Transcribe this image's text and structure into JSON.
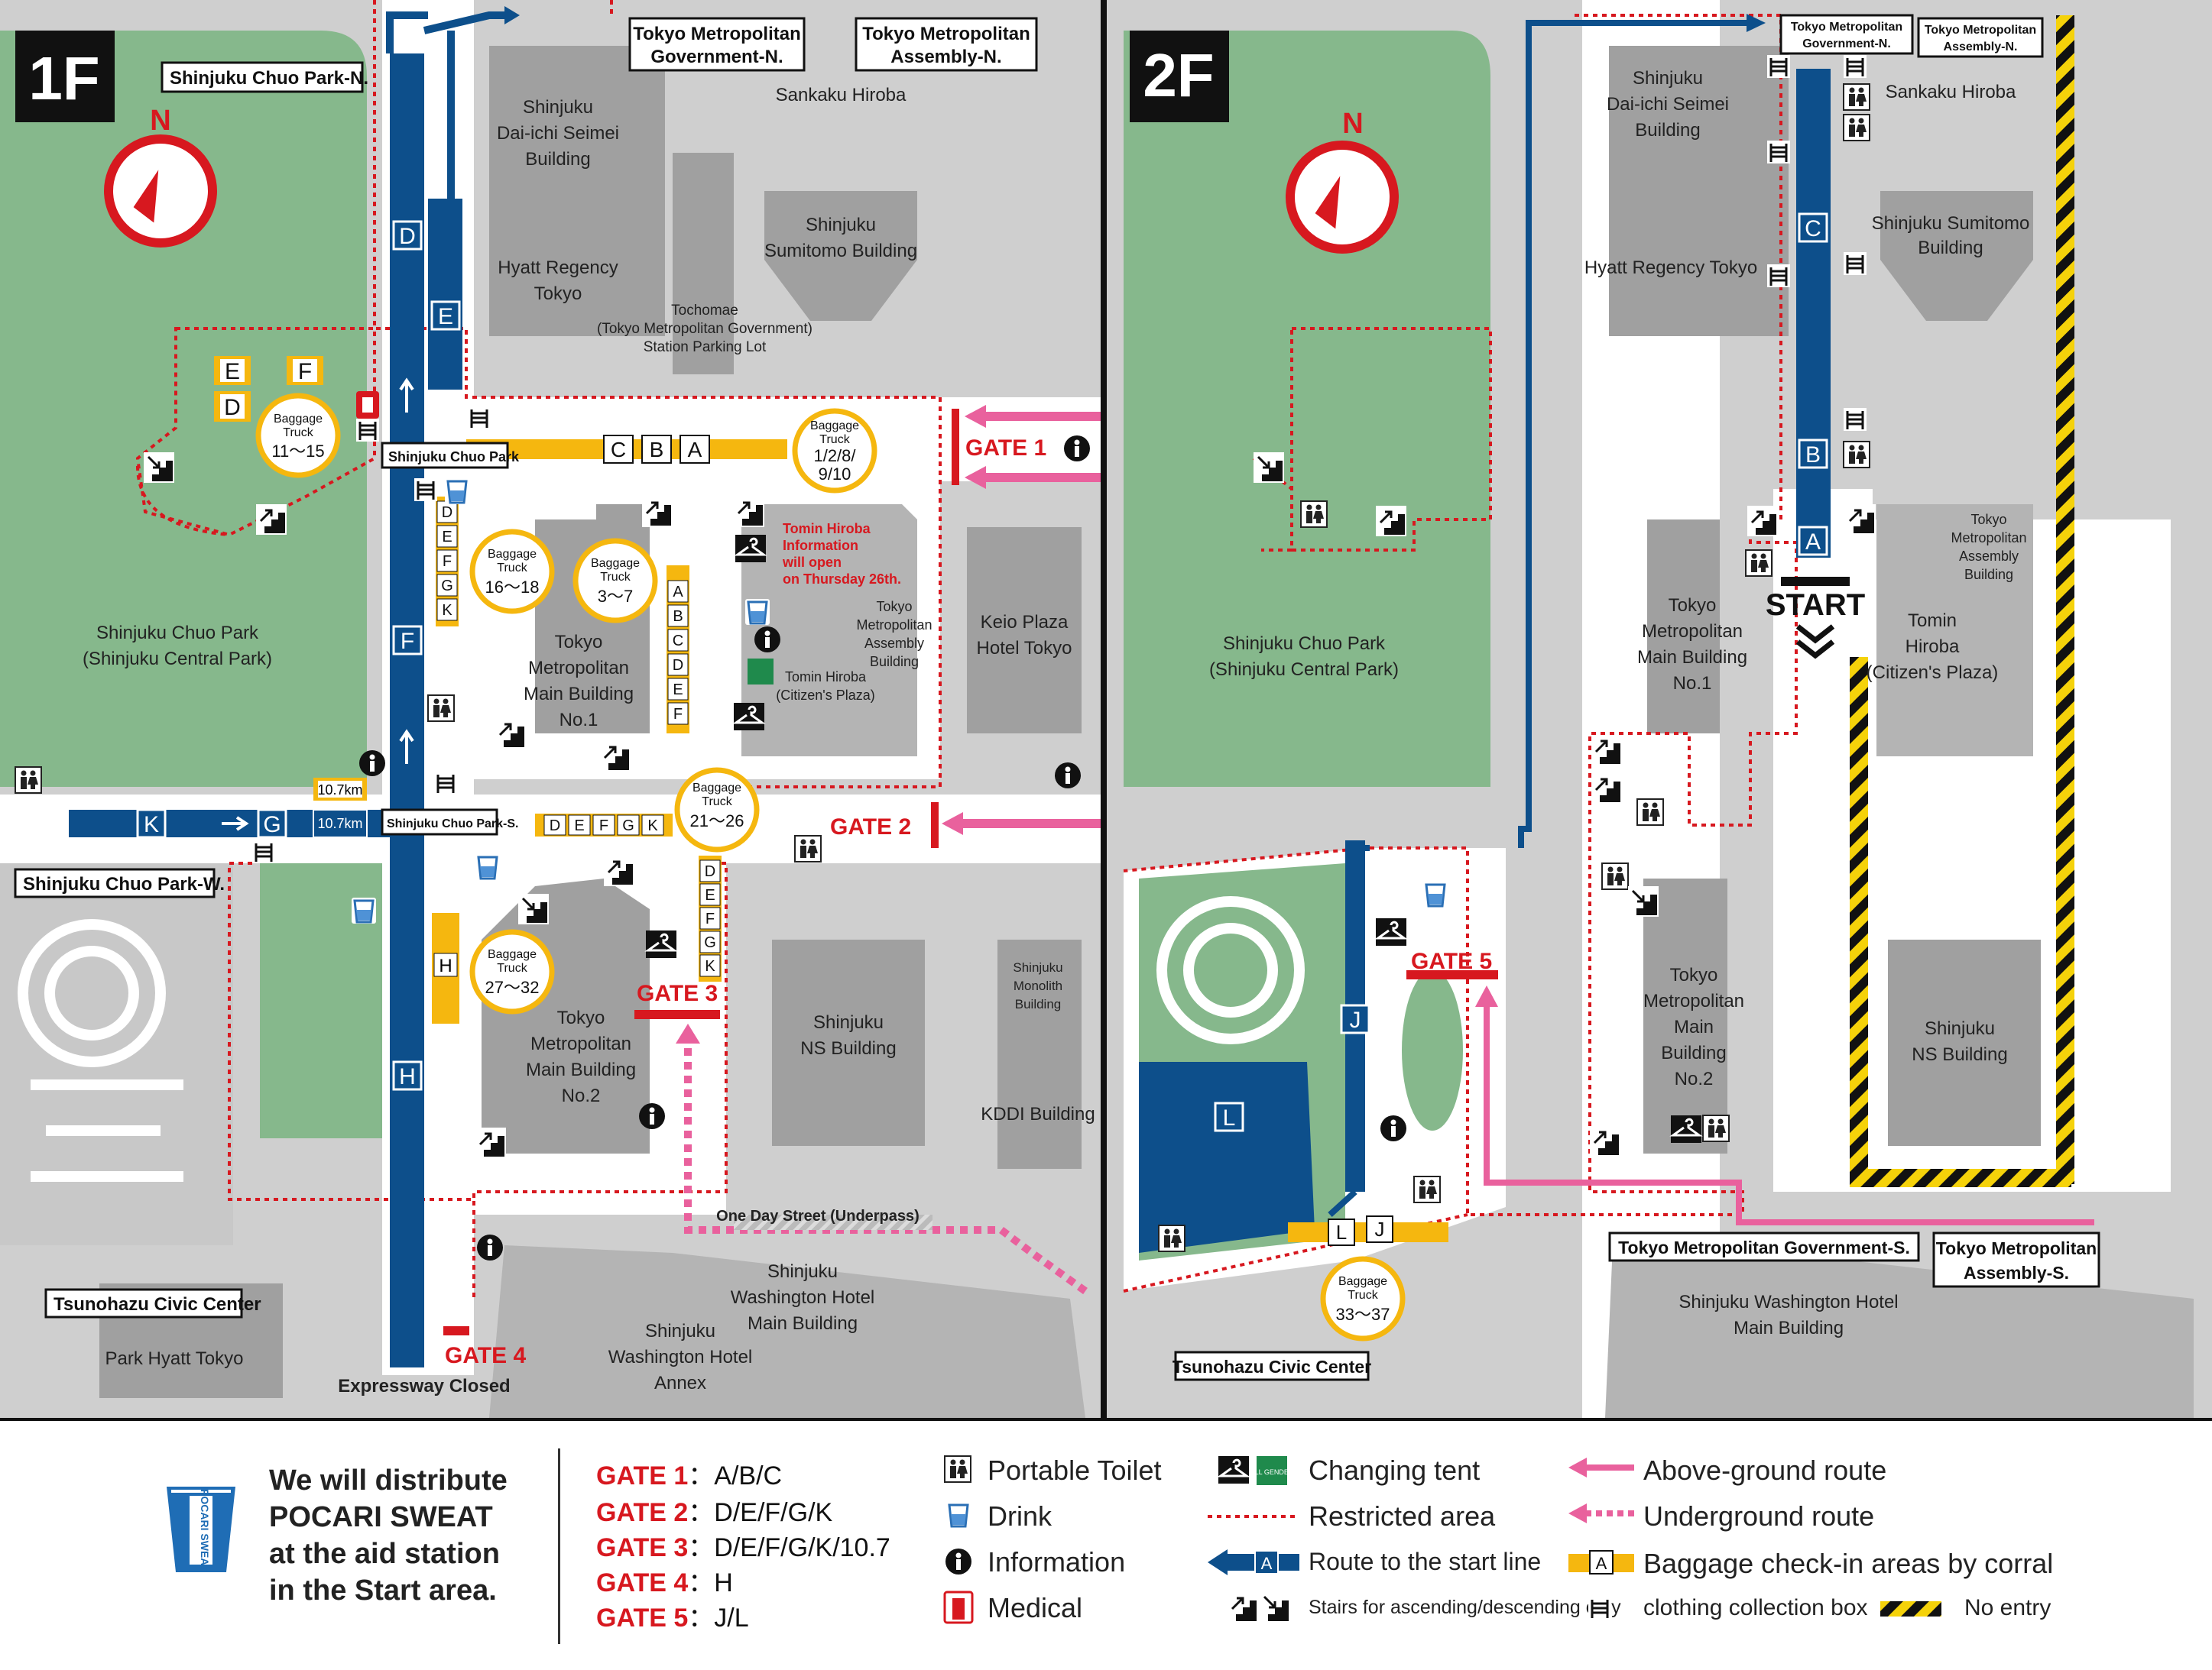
{
  "floors": {
    "f1": "1F",
    "f2": "2F"
  },
  "north": "N",
  "exits": {
    "chuo_park_n": "Shinjuku Chuo Park-N.",
    "metro_gov_n": [
      "Tokyo Metropolitan",
      "Government-N."
    ],
    "assembly_n": [
      "Tokyo Metropolitan",
      "Assembly-N."
    ],
    "chuo_park": "Shinjuku Chuo Park",
    "chuo_park_s": "Shinjuku Chuo Park-S.",
    "chuo_park_w": "Shinjuku Chuo Park-W.",
    "tsunohazu": "Tsunohazu Civic Center",
    "f2_gov_n": [
      "Tokyo Metropolitan",
      "Government-N."
    ],
    "f2_assembly_n": [
      "Tokyo Metropolitan",
      "Assembly-N."
    ],
    "f2_gov_s": "Tokyo Metropolitan Government-S.",
    "f2_assembly_s": [
      "Tokyo Metropolitan",
      "Assembly-S."
    ],
    "f2_tsunohazu": "Tsunohazu Civic Center"
  },
  "f1_labels": {
    "sankaku": "Sankaku Hiroba",
    "daiichi": [
      "Shinjuku",
      "Dai-ichi Seimei",
      "Building"
    ],
    "hyatt": [
      "Hyatt Regency",
      "Tokyo"
    ],
    "sumitomo": [
      "Shinjuku",
      "Sumitomo Building"
    ],
    "tochomae": [
      "Tochomae",
      "(Tokyo Metropolitan Government)",
      "Station Parking Lot"
    ],
    "central_park": [
      "Shinjuku Chuo Park",
      "(Shinjuku Central Park)"
    ],
    "main1": [
      "Tokyo",
      "Metropolitan",
      "Main Building",
      "No.1"
    ],
    "main2": [
      "Tokyo",
      "Metropolitan",
      "Main Building",
      "No.2"
    ],
    "assembly": [
      "Tokyo",
      "Metropolitan",
      "Assembly",
      "Building"
    ],
    "tomin": [
      "Tomin Hiroba",
      "(Citizen's Plaza)"
    ],
    "tomin_info": [
      "Tomin Hiroba",
      "Information",
      "will open",
      "on Thursday 26th."
    ],
    "keio": [
      "Keio Plaza",
      "Hotel Tokyo"
    ],
    "monolith": [
      "Shinjuku",
      "Monolith",
      "Building"
    ],
    "ns": [
      "Shinjuku",
      "NS Building"
    ],
    "kddi": "KDDI Building",
    "washington": [
      "Shinjuku",
      "Washington Hotel",
      "Main Building"
    ],
    "annex": [
      "Shinjuku",
      "Washington Hotel",
      "Annex"
    ],
    "park_hyatt": "Park Hyatt Tokyo",
    "expressway": "Expressway Closed",
    "one_day": "One Day Street (Underpass)",
    "km": "10.7km"
  },
  "f2_labels": {
    "sankaku": "Sankaku Hiroba",
    "daiichi": [
      "Shinjuku",
      "Dai-ichi Seimei",
      "Building"
    ],
    "hyatt": "Hyatt Regency Tokyo",
    "sumitomo": [
      "Shinjuku Sumitomo",
      "Building"
    ],
    "central_park": [
      "Shinjuku Chuo Park",
      "(Shinjuku Central Park)"
    ],
    "main1": [
      "Tokyo",
      "Metropolitan",
      "Main Building",
      "No.1"
    ],
    "main2": [
      "Tokyo",
      "Metropolitan",
      "Main",
      "Building",
      "No.2"
    ],
    "assembly": [
      "Tokyo",
      "Metropolitan",
      "Assembly",
      "Building"
    ],
    "tomin": [
      "Tomin",
      "Hiroba",
      "(Citizen's Plaza)"
    ],
    "ns": [
      "Shinjuku",
      "NS Building"
    ],
    "washington": [
      "Shinjuku Washington Hotel",
      "Main Building"
    ],
    "start": "START"
  },
  "gates": {
    "g1": "GATE 1",
    "g2": "GATE 2",
    "g3": "GATE 3",
    "g4": "GATE 4",
    "g5": "GATE 5"
  },
  "trucks": {
    "title": [
      "Baggage",
      "Truck"
    ],
    "t1": "11～15",
    "t2": [
      "1/2/8/",
      "9/10"
    ],
    "t3": "16～18",
    "t4": "3～7",
    "t5": "21～26",
    "t6": "27～32",
    "t7": "33～37"
  },
  "corrals": {
    "route_letters": [
      "D",
      "E",
      "F",
      "H",
      "K",
      "G",
      "C",
      "B",
      "A",
      "J",
      "L"
    ],
    "cba": [
      "C",
      "B",
      "A"
    ],
    "park": [
      "E",
      "F",
      "D"
    ],
    "col_defgk": [
      "D",
      "E",
      "F",
      "G",
      "K"
    ],
    "col_af": [
      "A",
      "B",
      "C",
      "D",
      "E",
      "F"
    ],
    "row_defgk": [
      "D",
      "E",
      "F",
      "G",
      "K"
    ],
    "gate3_col": [
      "D",
      "E",
      "F",
      "G",
      "K"
    ],
    "h": "H",
    "lj": [
      "L",
      "J"
    ],
    "km": "10.7km"
  },
  "legend": {
    "pocari": [
      "We will distribute",
      "POCARI SWEAT",
      "at the aid station",
      "in the Start area."
    ],
    "pocari_can": "POCARI SWEAT",
    "gate_list": [
      {
        "gate": "GATE 1",
        "corrals": "：A/B/C"
      },
      {
        "gate": "GATE 2",
        "corrals": "：D/E/F/G/K"
      },
      {
        "gate": "GATE 3",
        "corrals": "：D/E/F/G/K/10.7"
      },
      {
        "gate": "GATE 4",
        "corrals": "：H"
      },
      {
        "gate": "GATE 5",
        "corrals": "：J/L"
      }
    ],
    "toilet": "Portable Toilet",
    "drink": "Drink",
    "info": "Information",
    "medical": "Medical",
    "changing": "Changing tent",
    "all_gender": "ALL GENDER",
    "restricted": "Restricted area",
    "route": "Route to the start line",
    "route_letter": "A",
    "stairs": "Stairs for ascending/descending only",
    "above": "Above-ground route",
    "under": "Underground route",
    "baggage": "Baggage check-in areas by corral",
    "collection": "clothing collection box",
    "noentry": "No entry",
    "baggage_letter": "A"
  },
  "colors": {
    "route_blue": "#0d4f8b",
    "gate_red": "#d7181f",
    "baggage_yellow": "#f5b70f",
    "park_green": "#86b88c",
    "pink": "#e9619d",
    "building_gray": "#a0a0a0",
    "ground_gray": "#cfcfcf"
  }
}
